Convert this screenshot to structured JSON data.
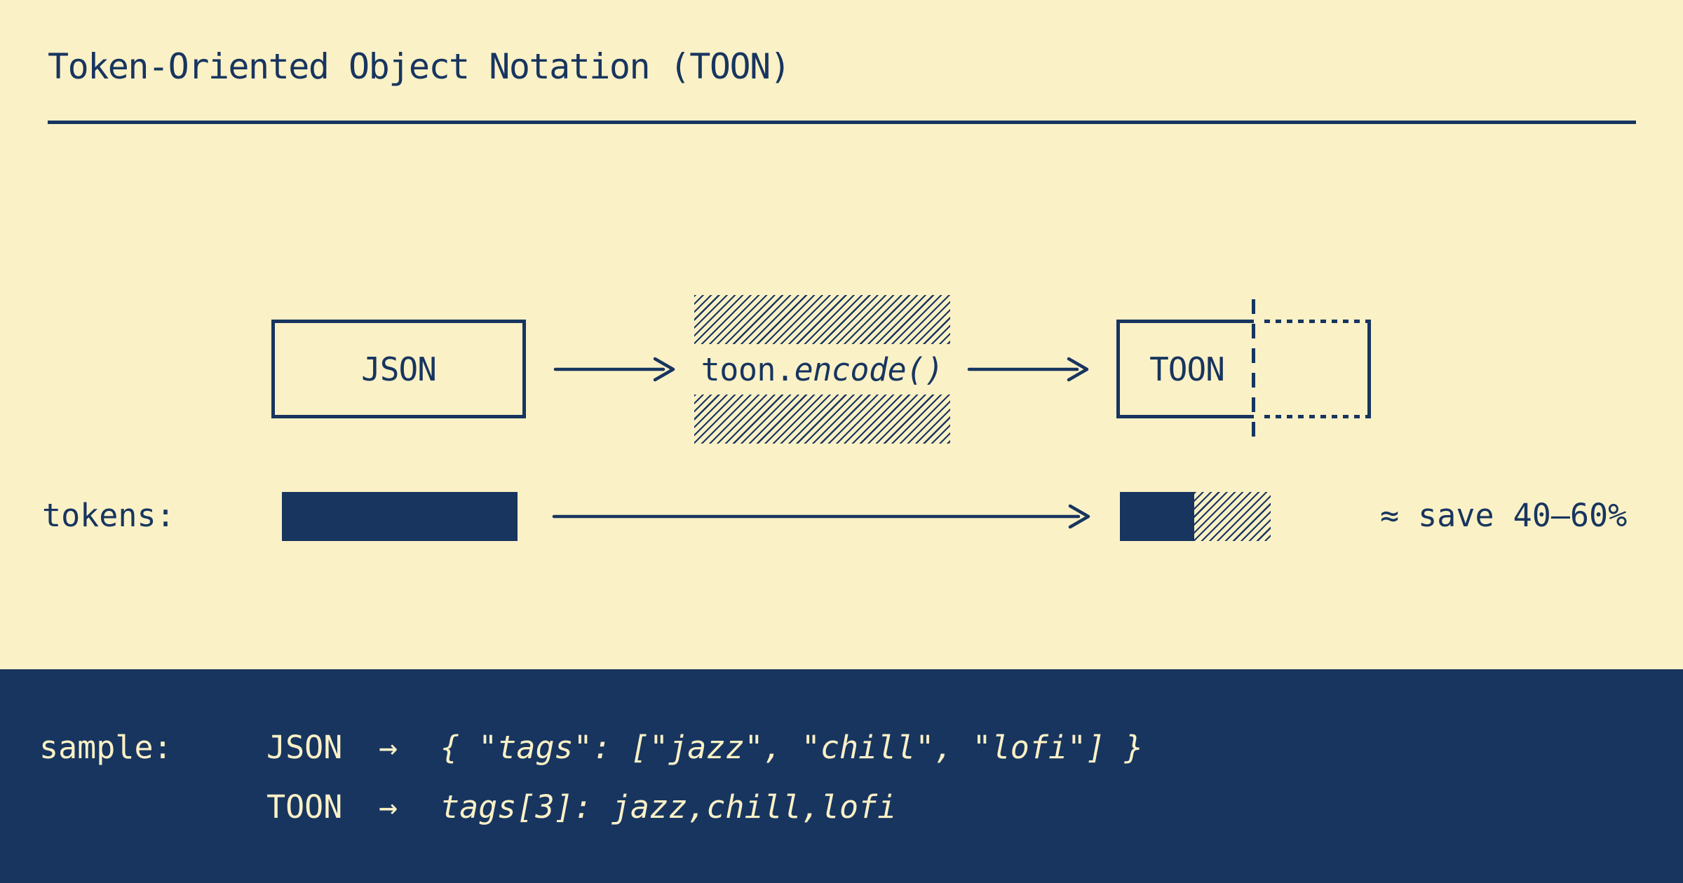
{
  "title": "Token-Oriented Object Notation (TOON)",
  "colors": {
    "background": "#FBF1C6",
    "ink_navy": "#17355F",
    "panel_background": "#17355F",
    "panel_text": "#FBF1C6"
  },
  "flow": {
    "input_label": "JSON",
    "encode_prefix": "toon.",
    "encode_call": "encode()",
    "output_label": "TOON"
  },
  "tokens": {
    "row_label": "tokens:",
    "savings_note": "≈ save 40–60%"
  },
  "sample": {
    "row_label": "sample:",
    "rows": [
      {
        "format": "JSON",
        "arrow": "→",
        "code": "{ \"tags\": [\"jazz\", \"chill\", \"lofi\"] }"
      },
      {
        "format": "TOON",
        "arrow": "→",
        "code": "tags[3]: jazz,chill,lofi"
      }
    ]
  }
}
